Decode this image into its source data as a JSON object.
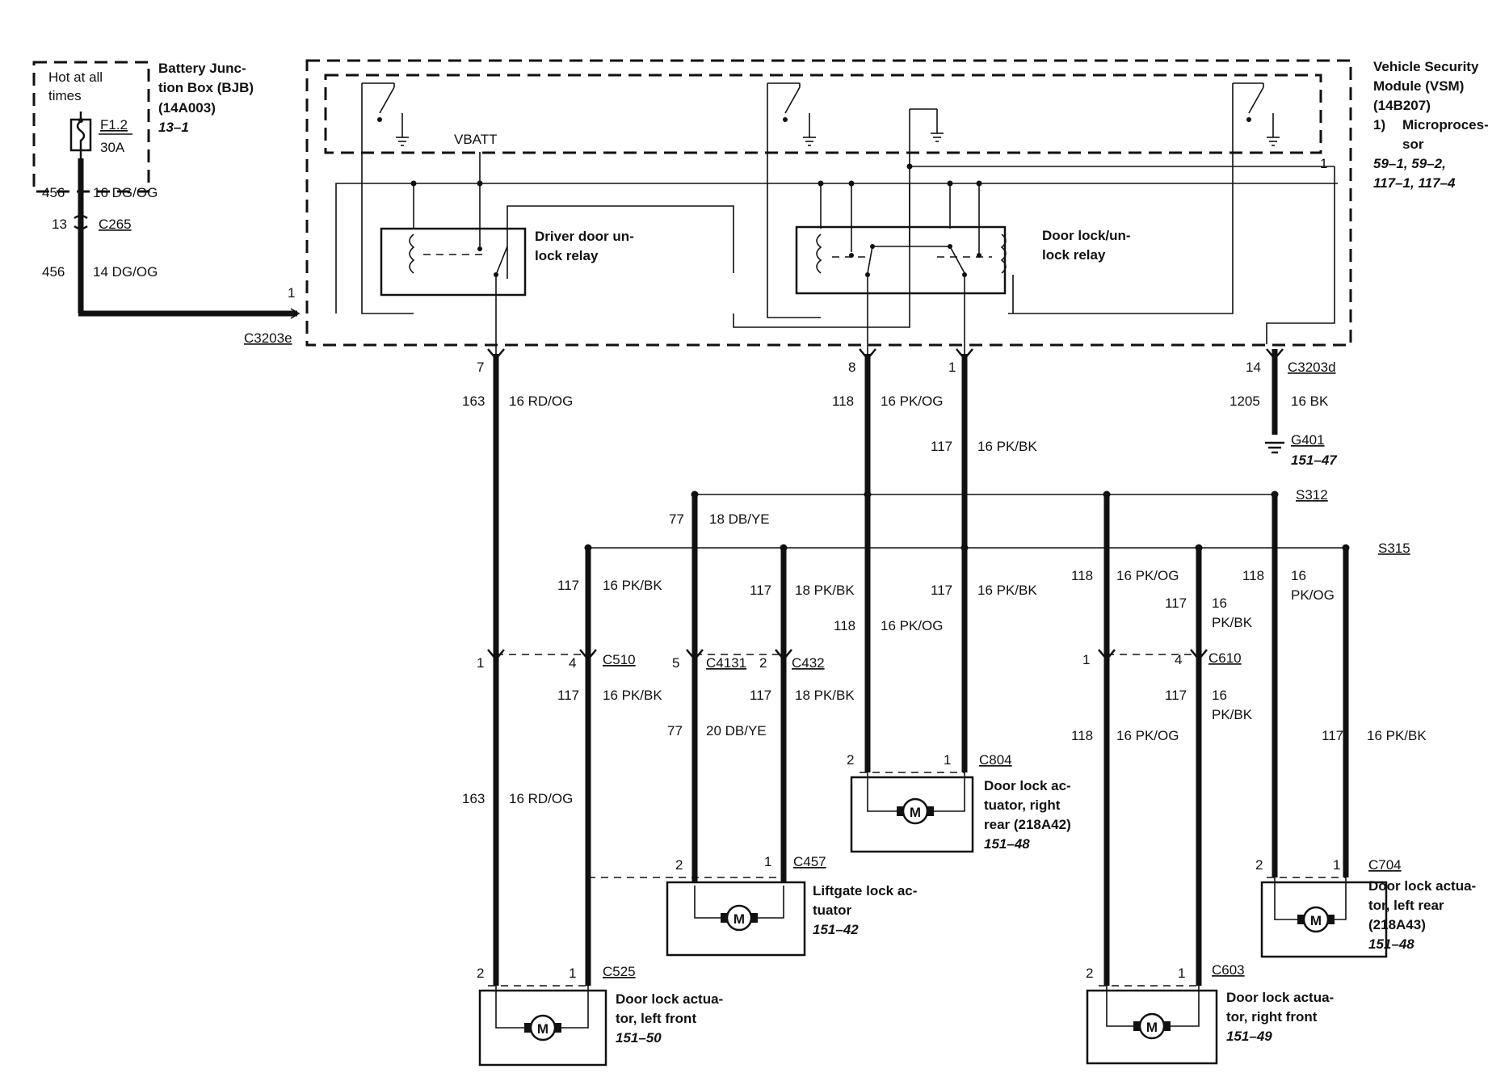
{
  "bjb": {
    "hot_line1": "Hot at all",
    "hot_line2": "times",
    "fuse_name": "F1.2",
    "fuse_rating": "30A",
    "title1": "Battery Junc-",
    "title2": "tion Box (BJB)",
    "part": "(14A003)",
    "ref": "13–1"
  },
  "vsm": {
    "title1": "Vehicle Security",
    "title2": "Module (VSM)",
    "part": "(14B207)",
    "note1a": "1)",
    "note1b": "Microproces-",
    "note1c": "sor",
    "refs1": "59–1, 59–2,",
    "refs2": "117–1, 117–4",
    "vbatt": "VBATT",
    "note_marker": "1",
    "driver_relay1": "Driver door un-",
    "driver_relay2": "lock relay",
    "lock_relay1": "Door lock/un-",
    "lock_relay2": "lock relay"
  },
  "left_feed": {
    "w1_circuit": "456",
    "w1_spec": "16 DG/OG",
    "conn_pin": "13",
    "conn": "C265",
    "w2_circuit": "456",
    "w2_spec": "14 DG/OG",
    "vsm_pin": "1",
    "vsm_conn": "C3203e"
  },
  "pins": {
    "p7": "7",
    "p8": "8",
    "p1": "1",
    "p14": "14",
    "c3203d": "C3203d"
  },
  "wires": {
    "w163a": "163",
    "w163a_spec": "16 RD/OG",
    "w118a": "118",
    "w118a_spec": "16 PK/OG",
    "w117a": "117",
    "w117a_spec": "16 PK/BK",
    "w1205": "1205",
    "w1205_spec": "16 BK",
    "g401": "G401",
    "g401_ref": "151–47",
    "s312": "S312",
    "s315": "S315",
    "w77a": "77",
    "w77a_spec": "18 DB/YE",
    "w117b": "117",
    "w117b_spec": "16 PK/BK",
    "w117c": "117",
    "w117c_spec": "18 PK/BK",
    "w117d": "117",
    "w117d_spec": "16 PK/BK",
    "w118b": "118",
    "w118b_spec": "16 PK/OG",
    "w118c": "118",
    "w118c_spec": "16 PK/OG",
    "w117e": "117",
    "w117e_spec1": "16",
    "w117e_spec2": "PK/BK",
    "w118d": "118",
    "w118d_spec1": "16",
    "w118d_spec2": "PK/OG"
  },
  "mid_connectors": {
    "c510_pin1": "1",
    "c510_pin4": "4",
    "c510": "C510",
    "c4131_pin": "5",
    "c4131": "C4131",
    "c432_pin": "2",
    "c432": "C432",
    "c610_pin1": "1",
    "c610_pin4": "4",
    "c610": "C610"
  },
  "lower_wires": {
    "w117f": "117",
    "w117f_spec": "16 PK/BK",
    "w117g": "117",
    "w117g_spec": "18 PK/BK",
    "w77b": "77",
    "w77b_spec": "20 DB/YE",
    "w163b": "163",
    "w163b_spec": "16 RD/OG",
    "w117h": "117",
    "w117h_spec1": "16",
    "w117h_spec2": "PK/BK",
    "w118e": "118",
    "w118e_spec": "16 PK/OG",
    "w117i": "117",
    "w117i_spec": "16 PK/BK"
  },
  "actuators": {
    "motor": "M",
    "lf_pin2": "2",
    "lf_pin1": "1",
    "lf_conn": "C525",
    "lf_name1": "Door lock actua-",
    "lf_name2": "tor, left front",
    "lf_ref": "151–50",
    "lg_pin2": "2",
    "lg_pin1": "1",
    "lg_conn": "C457",
    "lg_name1": "Liftgate lock ac-",
    "lg_name2": "tuator",
    "lg_ref": "151–42",
    "rr_pin2": "2",
    "rr_pin1": "1",
    "rr_conn": "C804",
    "rr_name1": "Door lock ac-",
    "rr_name2": "tuator, right",
    "rr_name3": "rear (218A42)",
    "rr_ref": "151–48",
    "rf_pin2": "2",
    "rf_pin1": "1",
    "rf_conn": "C603",
    "rf_name1": "Door lock actua-",
    "rf_name2": "tor, right front",
    "rf_ref": "151–49",
    "lr_pin2": "2",
    "lr_pin1": "1",
    "lr_conn": "C704",
    "lr_name1": "Door lock actua-",
    "lr_name2": "tor, left rear",
    "lr_name3": "(218A43)",
    "lr_ref": "151–48"
  }
}
